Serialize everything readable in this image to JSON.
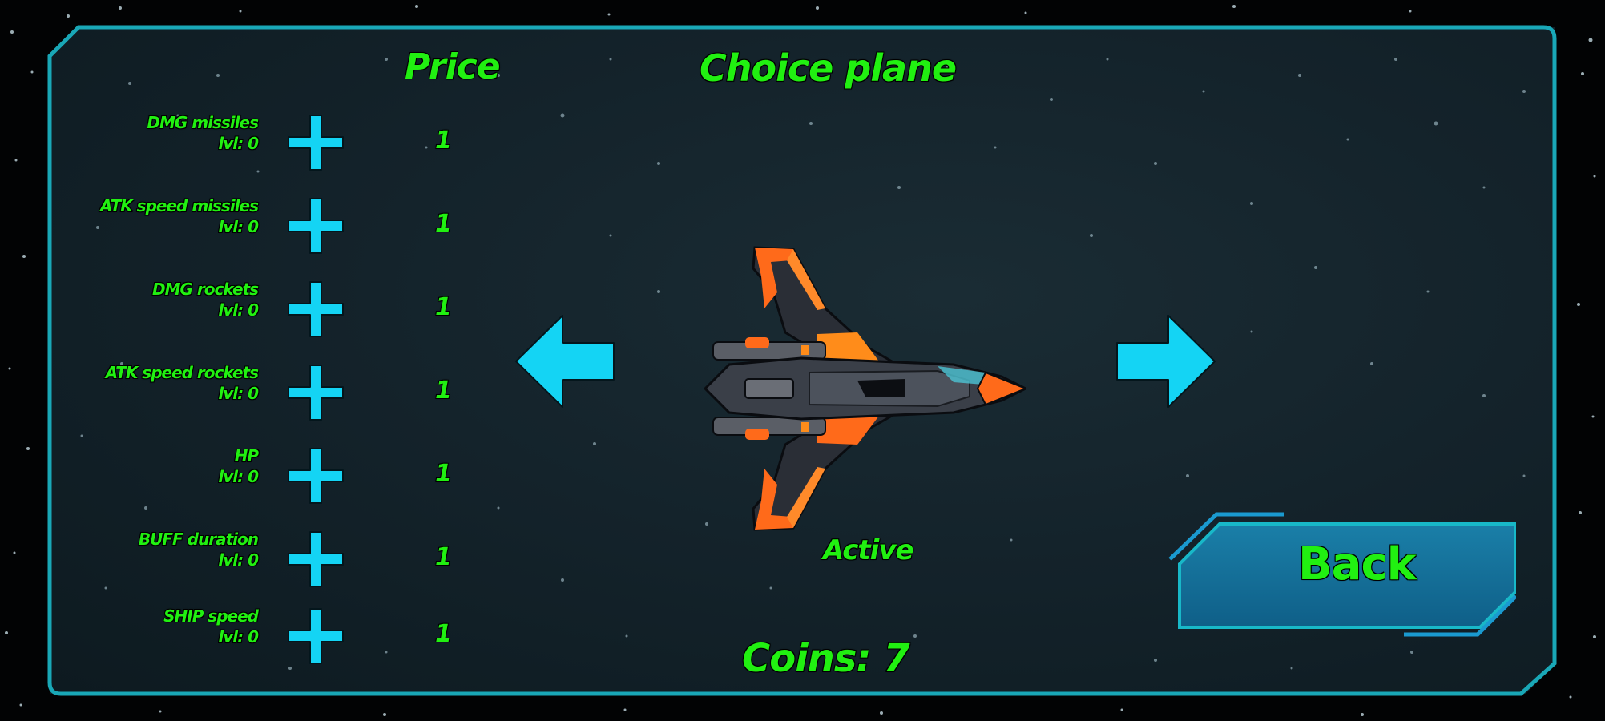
{
  "screen": {
    "title": "Choice plane",
    "price_header": "Price",
    "status": "Active",
    "coins_label": "Coins: 7",
    "coins_value": 7
  },
  "upgrades": [
    {
      "name": "DMG missiles",
      "level": "lvl: 0",
      "price": "1",
      "icon": "plus-icon"
    },
    {
      "name": "ATK speed missiles",
      "level": "lvl: 0",
      "price": "1",
      "icon": "plus-icon"
    },
    {
      "name": "DMG rockets",
      "level": "lvl: 0",
      "price": "1",
      "icon": "plus-icon"
    },
    {
      "name": "ATK speed rockets",
      "level": "lvl: 0",
      "price": "1",
      "icon": "plus-icon"
    },
    {
      "name": "HP",
      "level": "lvl: 0",
      "price": "1",
      "icon": "plus-icon"
    },
    {
      "name": "BUFF duration",
      "level": "lvl: 0",
      "price": "1",
      "icon": "plus-icon"
    },
    {
      "name": "SHIP speed",
      "level": "lvl: 0",
      "price": "1",
      "icon": "plus-icon"
    }
  ],
  "navigation": {
    "prev_icon": "arrow-left-icon",
    "next_icon": "arrow-right-icon",
    "back_label": "Back"
  },
  "colors": {
    "text_green": "#21f011",
    "accent_cyan": "#14d4f4",
    "panel_border": "#1ab0c0",
    "ship_orange": "#ff6a1a"
  }
}
